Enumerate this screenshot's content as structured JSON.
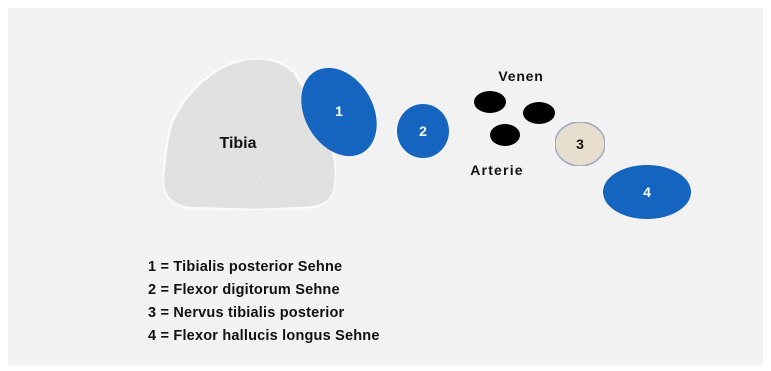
{
  "colors": {
    "panel_background": "#f2f2f2",
    "tendon_blue": "#1565c0",
    "vein_black": "#000000",
    "nerve_beige": "#e8dfcf",
    "bone_gray": "#e3e3e3"
  },
  "diagram": {
    "bone_label": "Tibia",
    "veins_label": "Venen",
    "artery_label": "Arterie",
    "structures": [
      {
        "number": "1",
        "shape": "tendon"
      },
      {
        "number": "2",
        "shape": "tendon"
      },
      {
        "number": "3",
        "shape": "nerve"
      },
      {
        "number": "4",
        "shape": "tendon"
      }
    ]
  },
  "legend": [
    "1 = Tibialis posterior Sehne",
    "2 = Flexor digitorum Sehne",
    "3 = Nervus tibialis posterior",
    "4 = Flexor hallucis longus Sehne"
  ]
}
